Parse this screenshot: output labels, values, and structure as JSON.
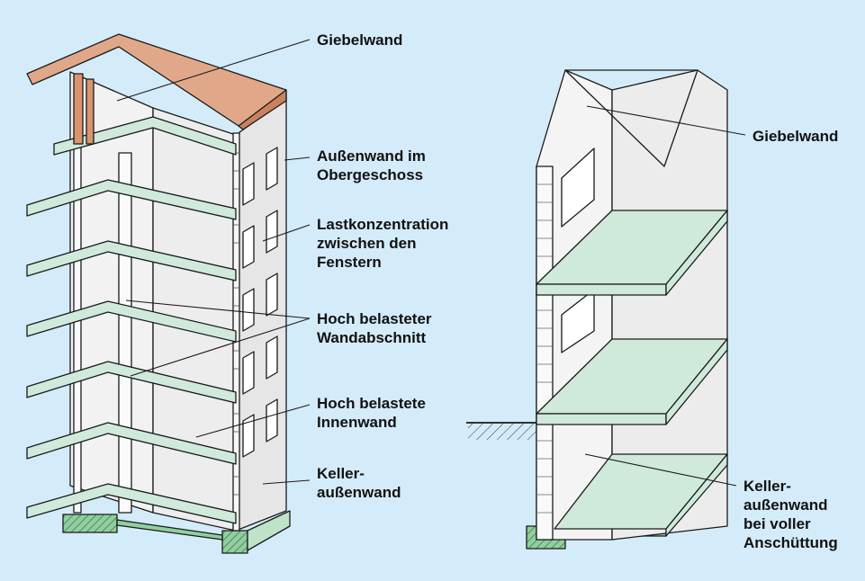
{
  "colors": {
    "background": "#d4ecf9",
    "wall": "#ececec",
    "slab": "#cfeadb",
    "roof": "#e0a889",
    "foundation": "#8fcf9f",
    "outline": "#1a1a1a"
  },
  "left_building": {
    "labels": {
      "giebelwand": [
        "Giebelwand"
      ],
      "aussenwand_og": [
        "Außenwand im",
        "Obergeschoss"
      ],
      "lastkonzentration": [
        "Lastkonzentration",
        "zwischen den",
        "Fenstern"
      ],
      "hoch_belasteter_wandabschnitt": [
        "Hoch belasteter",
        "Wandabschnitt"
      ],
      "hoch_belastete_innenwand": [
        "Hoch belastete",
        "Innenwand"
      ],
      "kelleraussenwand": [
        "Keller-",
        "außenwand"
      ]
    }
  },
  "right_section": {
    "labels": {
      "giebelwand": [
        "Giebelwand"
      ],
      "kelleraussenwand_anschuettung": [
        "Keller-",
        "außenwand",
        "bei voller",
        "Anschüttung"
      ]
    }
  }
}
